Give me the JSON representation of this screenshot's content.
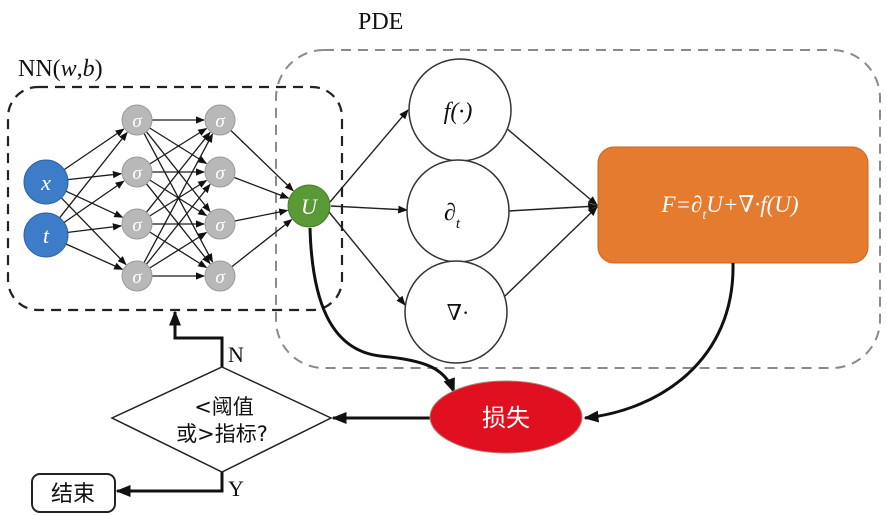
{
  "labels": {
    "nn_title": "NN(w,b)",
    "nn_title_parts": [
      "NN(",
      "w",
      ",",
      "b",
      ")"
    ],
    "pde_title": "PDE"
  },
  "nn": {
    "inputs": [
      {
        "label": "x",
        "color": "#3d7cc9"
      },
      {
        "label": "t",
        "color": "#3d7cc9"
      }
    ],
    "hidden_layers": [
      {
        "nodes": [
          "σ",
          "σ",
          "σ",
          "σ"
        ]
      },
      {
        "nodes": [
          "σ",
          "σ",
          "σ",
          "σ"
        ]
      }
    ],
    "hidden_color": "#b8b8b8",
    "output": {
      "label": "U",
      "color": "#5a9a36"
    }
  },
  "pde": {
    "operators": [
      {
        "id": "f",
        "label": "f(·)"
      },
      {
        "id": "dt",
        "label": "∂",
        "subscript": "t"
      },
      {
        "id": "div",
        "label": "∇·"
      }
    ],
    "residual": {
      "formula_parts": [
        "F=∂",
        "t",
        "U+∇·f(U)"
      ],
      "color": "#e57b2e"
    }
  },
  "loss": {
    "label": "损失",
    "color": "#e01020"
  },
  "decision": {
    "line1": "<阈值",
    "line2": "或>指标?",
    "no_label": "N",
    "yes_label": "Y"
  },
  "end": {
    "label": "结束"
  }
}
